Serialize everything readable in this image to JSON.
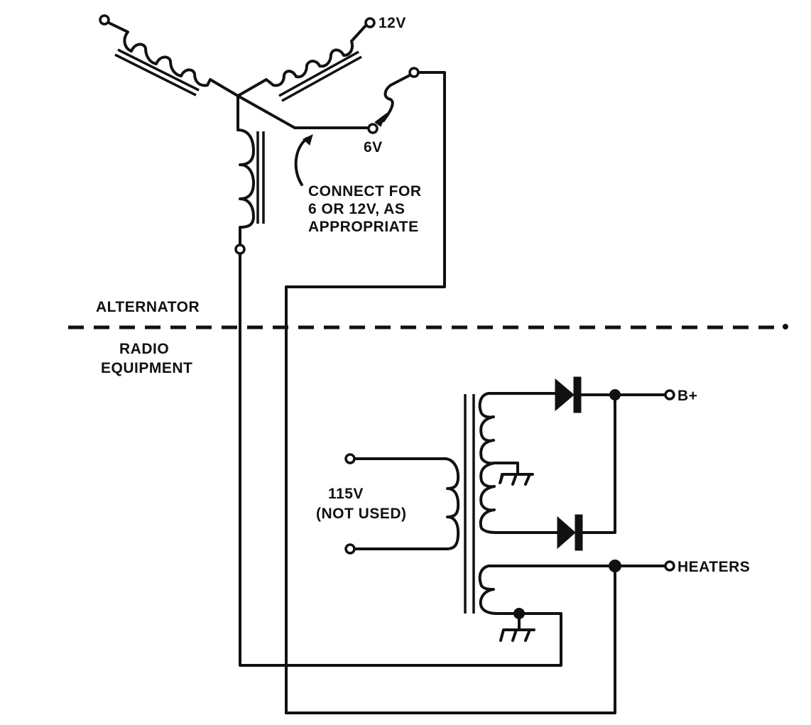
{
  "diagram": {
    "type": "circuit-schematic",
    "sections": {
      "upper": "ALTERNATOR",
      "lower_line1": "RADIO",
      "lower_line2": "EQUIPMENT"
    },
    "alternator": {
      "terminal_12v": "12V",
      "terminal_6v": "6V",
      "note_line1": "CONNECT FOR",
      "note_line2": "6 OR 12V, AS",
      "note_line3": "APPROPRIATE"
    },
    "radio": {
      "primary_line1": "115V",
      "primary_line2": "(NOT USED)",
      "output_bplus": "B+",
      "output_heaters": "HEATERS"
    },
    "components": [
      "alternator-winding-left",
      "alternator-winding-right",
      "alternator-winding-vertical",
      "power-transformer",
      "rectifier-diode-upper",
      "rectifier-diode-lower",
      "ground-hv-centertap",
      "ground-heater-winding"
    ]
  }
}
